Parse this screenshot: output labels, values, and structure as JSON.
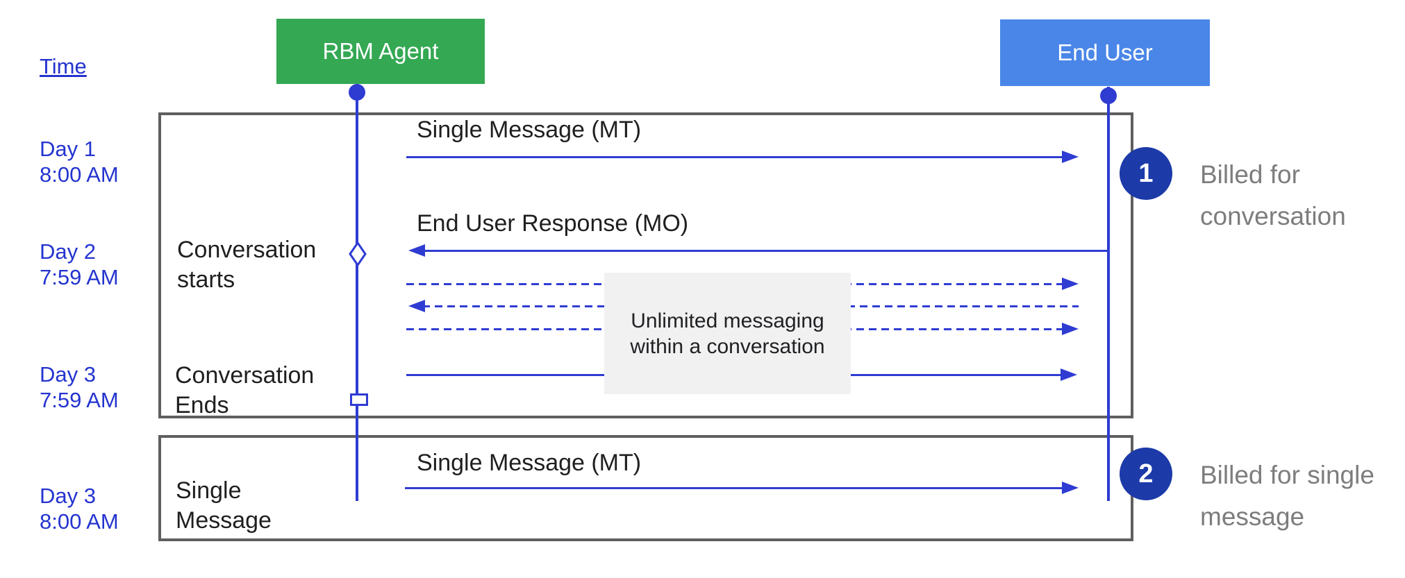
{
  "colors": {
    "actor_agent_bg": "#34a853",
    "actor_user_bg": "#4a86e8",
    "line_blue": "#2f3cd2",
    "time_blue": "#2434cf",
    "box_border_gray": "#5f5f5f",
    "note_bg": "#f1f1f1",
    "note_text": "#202124",
    "billing_circle_bg": "#1c3aa8",
    "billing_text_gray": "#7d7d7d",
    "label_black": "#1f1f1f"
  },
  "header": {
    "time_label": "Time",
    "actors": [
      {
        "name": "RBM Agent"
      },
      {
        "name": "End User"
      }
    ]
  },
  "timeline": [
    {
      "day": "Day 1",
      "time": "8:00 AM"
    },
    {
      "day": "Day 2",
      "time": "7:59 AM"
    },
    {
      "day": "Day 3",
      "time": "7:59 AM"
    },
    {
      "day": "Day 3",
      "time": "8:00 AM"
    }
  ],
  "events": [
    {
      "line1": "Conversation",
      "line2": "starts"
    },
    {
      "line1": "Conversation",
      "line2": "Ends"
    },
    {
      "line1": "Single",
      "line2": "Message"
    }
  ],
  "messages": [
    {
      "label": "Single Message (MT)",
      "direction": "right",
      "style": "solid"
    },
    {
      "label": "End User Response (MO)",
      "direction": "left",
      "style": "solid"
    },
    {
      "label": "",
      "direction": "right",
      "style": "dashed"
    },
    {
      "label": "",
      "direction": "left",
      "style": "dashed"
    },
    {
      "label": "",
      "direction": "right",
      "style": "dashed"
    },
    {
      "label": "",
      "direction": "right",
      "style": "solid"
    },
    {
      "label": "Single Message (MT)",
      "direction": "right",
      "style": "solid"
    }
  ],
  "note": {
    "line1": "Unlimited messaging",
    "line2": "within a conversation"
  },
  "annotations": [
    {
      "number": "1",
      "line1": "Billed for",
      "line2": "conversation"
    },
    {
      "number": "2",
      "line1": "Billed for single",
      "line2": "message"
    }
  ]
}
